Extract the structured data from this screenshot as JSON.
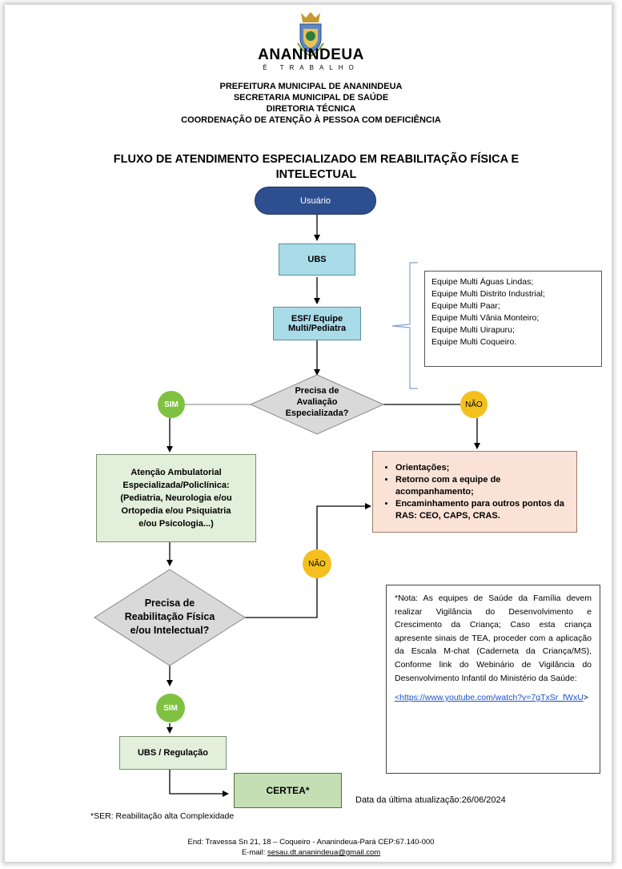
{
  "logo": {
    "name": "ANANINDEUA",
    "tagline": "É TRABALHO"
  },
  "header": {
    "line1": "PREFEITURA MUNICIPAL DE ANANINDEUA",
    "line2": "SECRETARIA MUNICIPAL DE SAÚDE",
    "line3": "DIRETORIA TÉCNICA",
    "line4": "COORDENAÇÃO DE ATENÇÃO À PESSOA COM DEFICIÊNCIA"
  },
  "title_line1": "FLUXO DE ATENDIMENTO ESPECIALIZADO EM REABILITAÇÃO FÍSICA E",
  "title_line2": "INTELECTUAL",
  "nodes": {
    "usuario": "Usuário",
    "ubs": "UBS",
    "esf_line1": "ESF/ Equipe",
    "esf_line2": "Multi/Pediatra",
    "decision1_line1": "Precisa de",
    "decision1_line2": "Avaliação",
    "decision1_line3": "Especializada?",
    "sim1": "SIM",
    "nao1": "NÃO",
    "atencao_line1": "Atenção Ambulatorial",
    "atencao_line2": "Especializada/Policlínica:",
    "atencao_line3": "(Pediatria, Neurologia e/ou",
    "atencao_line4": "Ortopedia e/ou Psiquiatria",
    "atencao_line5": "e/ou Psicologia...)",
    "orient_items": [
      "Orientações;",
      "Retorno com a equipe de acompanhamento;",
      "Encaminhamento para outros pontos da RAS: CEO, CAPS, CRAS."
    ],
    "nao2": "NÃO",
    "decision2_line1": "Precisa de",
    "decision2_line2": "Reabilitação  Física",
    "decision2_line3": "e/ou Intelectual?",
    "sim2": "SIM",
    "regulacao": "UBS / Regulação",
    "certea": "CERTEA*"
  },
  "teams": [
    "Equipe Multi Águas Lindas;",
    "Equipe Multi Distrito Industrial;",
    "Equipe Multi Paar;",
    "Equipe Multi Vânia Monteiro;",
    "Equipe Multi Uirapuru;",
    "Equipe Multi Coqueiro."
  ],
  "note": {
    "text": "*Nota: As equipes de Saúde da Família devem realizar Vigilância do Desenvolvimento e Crescimento da Criança; Caso esta criança apresente sinais de TEA, proceder com a aplicação da Escala M-chat (Caderneta da Criança/MS), Conforme link do Webinário de Vigilância do Desenvolvimento Infantil do Ministério da Saúde:",
    "link_open": "<",
    "link": "https://www.youtube.com/watch?v=7gTxSr_fWxU",
    "link_close": ">"
  },
  "update_date": "Data da última atualização:26/06/2024",
  "footnote": "*SER: Reabilitação alta Complexidade",
  "footer": {
    "address": "End: Travessa Sn 21, 18 – Coqueiro  - Ananindeua-Pará CEP:67.140-000",
    "email_label": "E-mail: ",
    "email": "sesau.dt.ananindeua@gmail.com"
  },
  "colors": {
    "usuario": "#2e4f8f",
    "process_blue": "#a9dbe8",
    "process_green": "#e2efda",
    "certea_green": "#c5dfb4",
    "orient_salmon": "#fae3d6",
    "decision_gray": "#d9d9d9",
    "sim_green": "#7fc241",
    "nao_yellow": "#f4c01e"
  }
}
